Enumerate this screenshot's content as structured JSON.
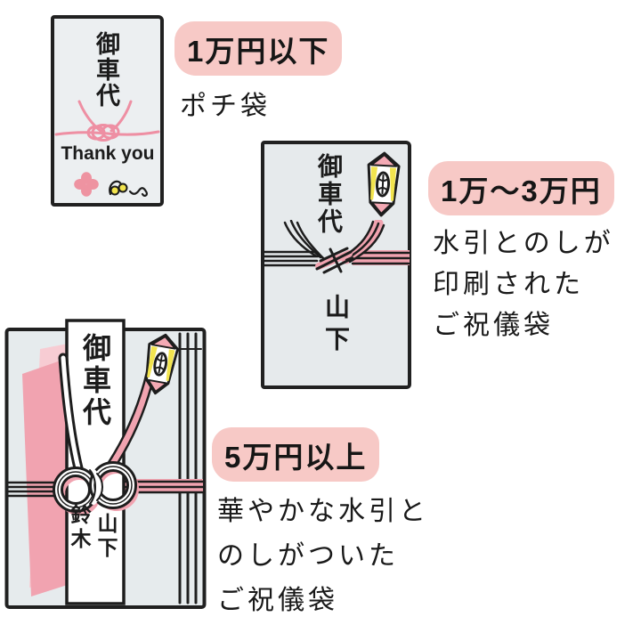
{
  "colors": {
    "background": "#ffffff",
    "envelope_body": "#e6eaec",
    "ink": "#1c1c1c",
    "highlight_pink": "#f7c9c6",
    "mizuhiki_pink": "#ee8fa3",
    "band_pink": "#f1a3b0",
    "paper_pink_light": "#f7ccd3",
    "paper_pink": "#f1a3b0",
    "noshi_yellow": "#f2e44e",
    "noshi_pink": "#f4a9b4"
  },
  "icons": {
    "mizuhiki_knot": "mizuhiki-knot-icon",
    "mizuhiki_band": "mizuhiki-band-icon",
    "awaji_knot": "awaji-knot-icon",
    "noshi": "noshi-icon",
    "flower": "flower-icon",
    "ribbon_doodle": "ribbon-doodle-icon"
  },
  "items": [
    {
      "kind": "pochi-bukuro",
      "envelope_title": "御車代",
      "message": "Thank you",
      "amount": "1万円以下",
      "description_lines": [
        "ポチ袋"
      ]
    },
    {
      "kind": "printed-shugibukuro",
      "envelope_title": "御車代",
      "giver_name": "山下",
      "amount": "1万〜3万円",
      "description_lines": [
        "水引とのしが",
        "印刷された",
        "ご祝儀袋"
      ]
    },
    {
      "kind": "fancy-shugibukuro",
      "envelope_title": "御車代",
      "giver_name_left": "鈴木",
      "giver_name_right": "山下",
      "amount": "5万円以上",
      "description_lines": [
        "華やかな水引と",
        "のしがついた",
        "ご祝儀袋"
      ]
    }
  ]
}
